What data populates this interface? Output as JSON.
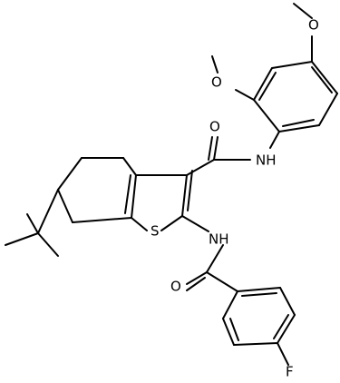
{
  "diagram_type": "chemical-structure",
  "background_color": "#ffffff",
  "ink_color": "#000000",
  "labels": {
    "o_methoxy_top": "O",
    "o_methoxy_ortho": "O",
    "o_amide": "O",
    "o_benzamide": "O",
    "nh_amide": "NH",
    "nh_benzamide": "NH",
    "s_ring": "S",
    "f_para": "F"
  }
}
